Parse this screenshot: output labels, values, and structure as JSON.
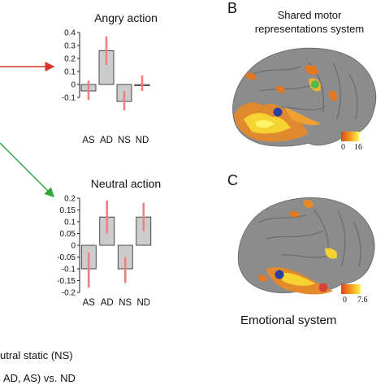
{
  "charts_meta": {
    "bar_fill": "#cccccc",
    "bar_stroke": "#222222",
    "error_color": "#f08080",
    "arrow_red": "#d9342b",
    "arrow_green": "#2ea83a"
  },
  "chart_data": [
    {
      "type": "bar",
      "title": "Angry action",
      "categories": [
        "AS",
        "AD",
        "NS",
        "ND"
      ],
      "values": [
        -0.05,
        0.26,
        -0.13,
        -0.01
      ],
      "errors": [
        [
          -0.12,
          0.03
        ],
        [
          0.15,
          0.37
        ],
        [
          -0.2,
          -0.05
        ],
        [
          -0.05,
          0.07
        ]
      ],
      "ylim": [
        -0.1,
        0.4
      ],
      "yticks": [
        "0.4",
        "0.3",
        "0.2",
        "0.1",
        "0",
        "-0.1"
      ],
      "ytick_values": [
        0.4,
        0.3,
        0.2,
        0.1,
        0,
        -0.1
      ]
    },
    {
      "type": "bar",
      "title": "Neutral action",
      "categories": [
        "AS",
        "AD",
        "NS",
        "ND"
      ],
      "values": [
        -0.1,
        0.12,
        -0.1,
        0.12
      ],
      "errors": [
        [
          -0.18,
          -0.03
        ],
        [
          0.05,
          0.19
        ],
        [
          -0.16,
          -0.05
        ],
        [
          0.06,
          0.18
        ]
      ],
      "ylim": [
        -0.2,
        0.2
      ],
      "yticks": [
        "0.2",
        "0.15",
        "0.1",
        "0.05",
        "0",
        "-0.05",
        "-0.1",
        "-0.15",
        "-0.2"
      ],
      "ytick_values": [
        0.2,
        0.15,
        0.1,
        0.05,
        0,
        -0.05,
        -0.1,
        -0.15,
        -0.2
      ]
    }
  ],
  "panel_b": {
    "letter": "B",
    "title_line1": "Shared motor",
    "title_line2": "representations system",
    "scale_min": "0",
    "scale_max": "16"
  },
  "panel_c": {
    "letter": "C",
    "label": "Emotional system",
    "scale_min": "0",
    "scale_max": "7.6"
  },
  "captions": {
    "line1": "utral static (NS)",
    "line2": "AD, AS) vs. ND"
  }
}
